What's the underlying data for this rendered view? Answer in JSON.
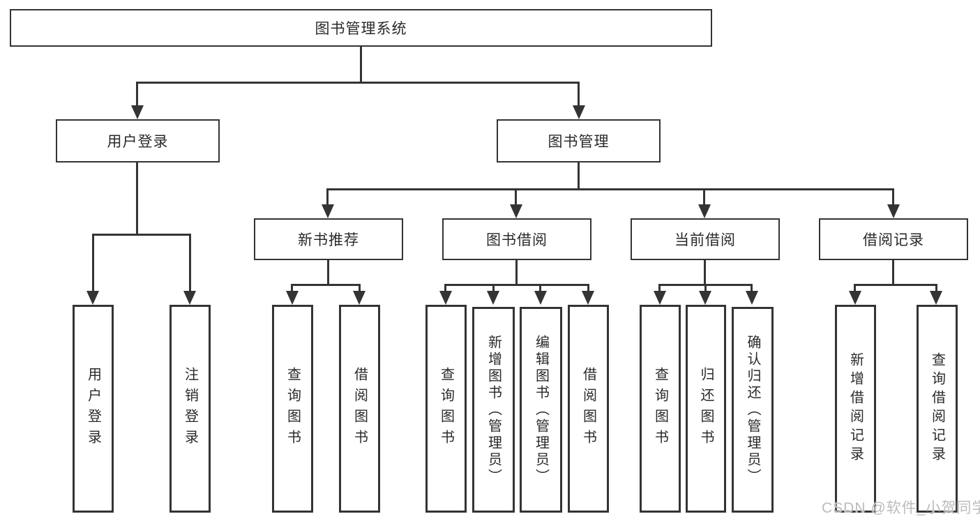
{
  "page": {
    "background": "#ffffff"
  },
  "colors": {
    "line": "#343434",
    "box_border": "#343434",
    "text": "#2a2a2a",
    "watermark": "#bdbbbb"
  },
  "watermark": {
    "text": "CSDN @软件_小贺同学"
  },
  "tree": {
    "label": "图书管理系统",
    "children": [
      {
        "label": "用户登录",
        "children": [
          {
            "label": "用户登录"
          },
          {
            "label": "注销登录"
          }
        ]
      },
      {
        "label": "图书管理",
        "children": [
          {
            "label": "新书推荐",
            "children": [
              {
                "label": "查询图书"
              },
              {
                "label": "借阅图书"
              }
            ]
          },
          {
            "label": "图书借阅",
            "children": [
              {
                "label": "查询图书"
              },
              {
                "label": "新增图书（管理员）"
              },
              {
                "label": "编辑图书（管理员）"
              },
              {
                "label": "借阅图书"
              }
            ]
          },
          {
            "label": "当前借阅",
            "children": [
              {
                "label": "查询图书"
              },
              {
                "label": "归还图书"
              },
              {
                "label": "确认归还（管理员）"
              }
            ]
          },
          {
            "label": "借阅记录",
            "children": [
              {
                "label": "新增借阅记录"
              },
              {
                "label": "查询借阅记录"
              }
            ]
          }
        ]
      }
    ]
  }
}
